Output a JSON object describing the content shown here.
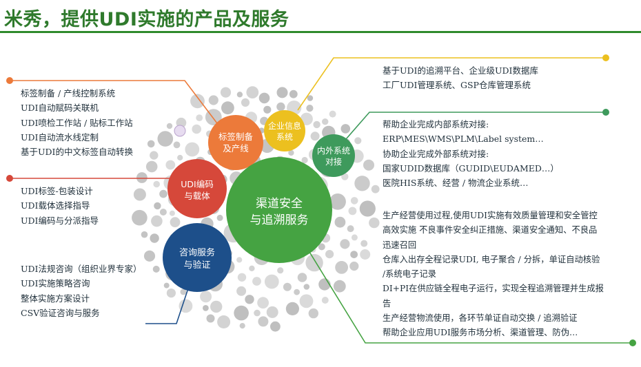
{
  "header": {
    "title": "米秀，提供UDI实施的产品及服务"
  },
  "colors": {
    "title": "#2f7a2c",
    "orange": "#ec7a3a",
    "yellow": "#ecc01f",
    "green_small": "#3e9a5c",
    "red": "#d6483a",
    "green_big": "#45a342",
    "navy": "#1d4f8a",
    "gray_bubbles": "#cdcdcd"
  },
  "circles": {
    "labeling": {
      "line1": "标签制备",
      "line2": "及产线"
    },
    "enterprise_info": {
      "line1": "企业信息",
      "line2": "系统"
    },
    "internal_external": {
      "line1": "内外系统",
      "line2": "对接"
    },
    "udi_coding": {
      "line1": "UDI编码",
      "line2": "与载体"
    },
    "consulting": {
      "line1": "咨询服务",
      "line2": "与验证"
    },
    "channel_safety": {
      "line1": "渠道安全",
      "line2": "与追溯服务"
    }
  },
  "small_tag": "",
  "left_blocks": {
    "labeling": [
      "标签制备 / 产线控制系统",
      "UDI自动赋码关联机",
      "UDI喷检工作站 / 贴标工作站",
      "UDI自动流水线定制",
      "基于UDI的中文标签自动转换"
    ],
    "coding": [
      "UDI标签-包装设计",
      "UDI载体选择指导",
      "UDI编码与分派指导"
    ],
    "consulting": [
      "UDI法规咨询（组织业界专家）",
      "UDI实施策略咨询",
      "整体实施方案设计",
      "CSV验证咨询与服务"
    ]
  },
  "right_blocks": {
    "enterprise_info": [
      "基于UDI的追溯平台、企业级UDI数据库",
      "工厂UDI管理系统、GSP仓库管理系统"
    ],
    "integration": [
      "帮助企业完成内部系统对接:",
      "ERP\\MES\\WMS\\PLM\\Label system…",
      "协助企业完成外部系统对接:",
      "国家UDID数据库（GUDID\\EUDAMED…）",
      "医院HIS系统、经营 / 物流企业系统…"
    ],
    "channel": [
      "生产经营使用过程,使用UDI实施有效质量管理和安全管控",
      "高效实施 不良事件安全纠正措施、渠道安全通知、不良品",
      "迅速召回",
      "仓库入出存全程记录UDI,  电子聚合 / 分拆，单证自动核验",
      "/系统电子记录",
      "DI+PI在供应链全程电子运行，实现全程追溯管理并生成报",
      "告",
      "生产经营物流使用，各环节单证自动交换 / 追溯验证",
      "帮助企业应用UDI服务市场分析、渠道管理、防伪…"
    ]
  }
}
